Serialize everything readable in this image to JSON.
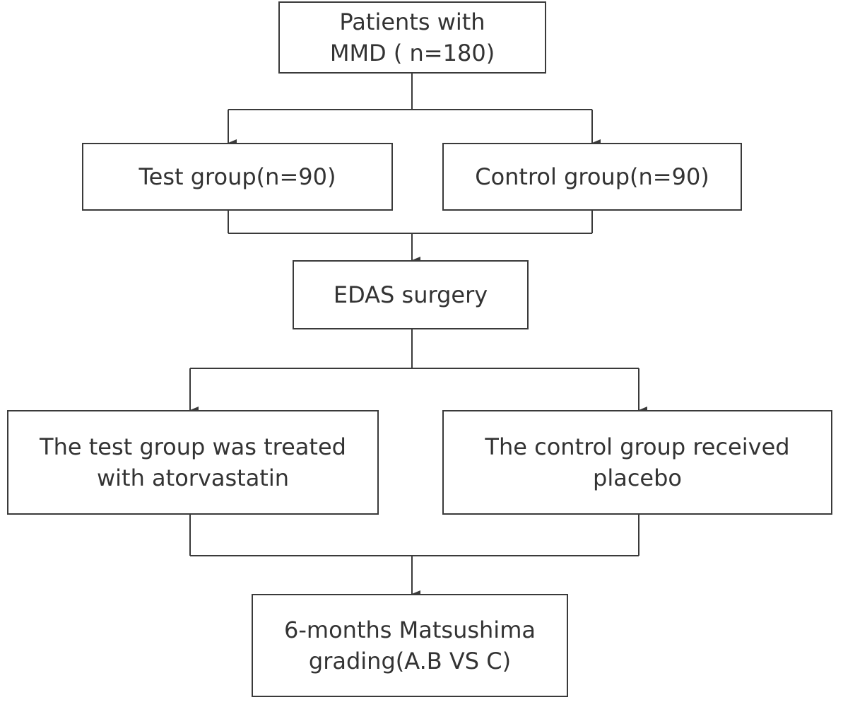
{
  "flowchart": {
    "start": {
      "text": "Patients with\nMMD ( n=180)"
    },
    "test_group": {
      "text": "Test group(n=90)"
    },
    "control_group": {
      "text": "Control group(n=90)"
    },
    "surgery": {
      "text": "EDAS surgery"
    },
    "test_treatment": {
      "text": "The test group was treated\nwith atorvastatin"
    },
    "control_treatment": {
      "text": "The control group received\nplacebo"
    },
    "outcome": {
      "text": "6-months Matsushima\ngrading(A.B VS C)"
    }
  },
  "colors": {
    "line": "#3a3a3a",
    "text": "#333333",
    "background": "#ffffff"
  }
}
